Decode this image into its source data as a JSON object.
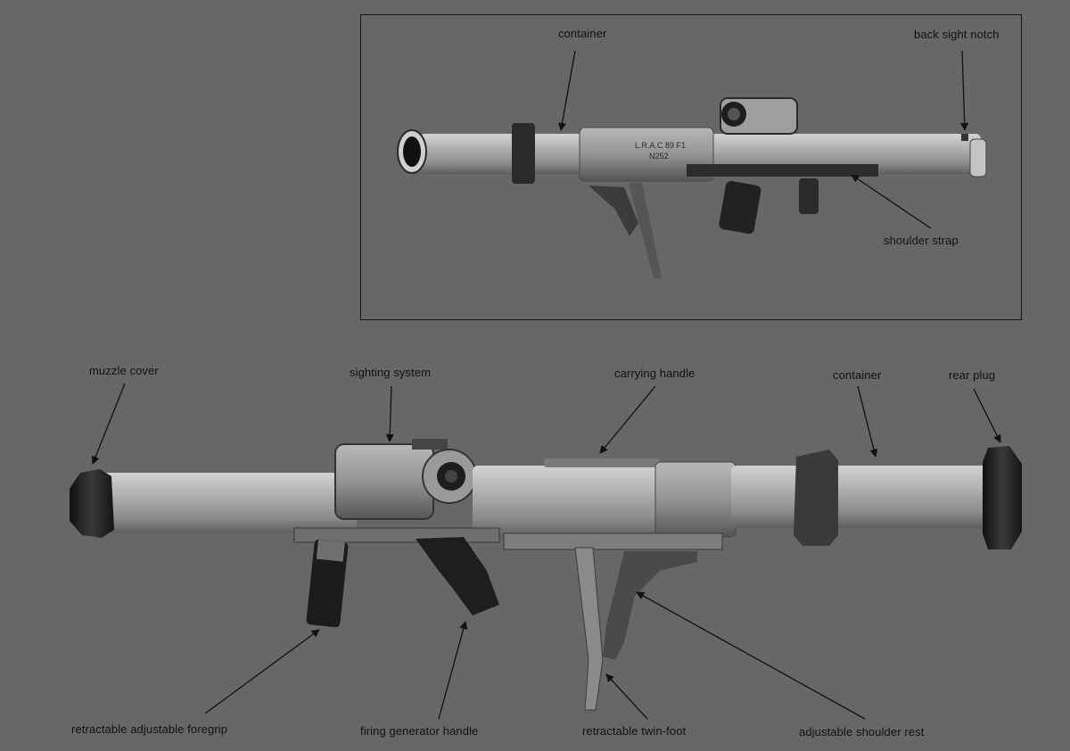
{
  "colors": {
    "background": "#676767",
    "metal_light": "#b4b4b4",
    "metal_mid": "#8f8f8f",
    "metal_dark": "#5a5a5a",
    "black_part": "#1c1c1c",
    "label_text": "#111111",
    "arrow": "#111111"
  },
  "inset": {
    "tube_marking_1": "L.R.A.C 89 F1",
    "tube_marking_2": "N252",
    "labels": {
      "container": "container",
      "back_sight_notch": "back sight notch",
      "shoulder_strap": "shoulder strap"
    }
  },
  "main": {
    "labels": {
      "muzzle_cover": "muzzle cover",
      "sighting_system": "sighting system",
      "carrying_handle": "carrying handle",
      "container": "container",
      "rear_plug": "rear plug",
      "retractable_foregrip": "retractable adjustable  foregrip",
      "firing_generator_handle": "firing generator handle",
      "retractable_twin_foot": "retractable twin-foot",
      "adjustable_shoulder_rest": "adjustable shoulder  rest"
    }
  }
}
